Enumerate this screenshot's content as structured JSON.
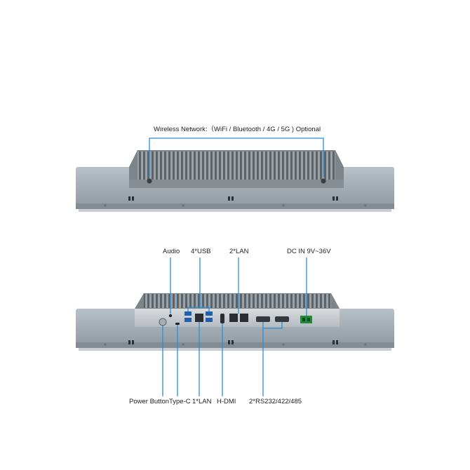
{
  "callouts": {
    "wireless": "Wireless Network:（WiFi / Bluetooth / 4G / 5G ) Optional",
    "audio": "Audio",
    "usb": "4*USB",
    "lan2": "2*LAN",
    "dc_in": "DC IN 9V~36V",
    "power_button": "Power Button",
    "type_c": "Type-C",
    "lan1": "1*LAN",
    "hdmi": "H-DMI",
    "serial": "2*RS232/422/485"
  },
  "colors": {
    "callout_line": "#2a8fd6",
    "panel": "#9aa4ad",
    "panel_dark": "#7c858e",
    "heatsink": "#8e959c",
    "io_plate": "#c9cdd1"
  }
}
